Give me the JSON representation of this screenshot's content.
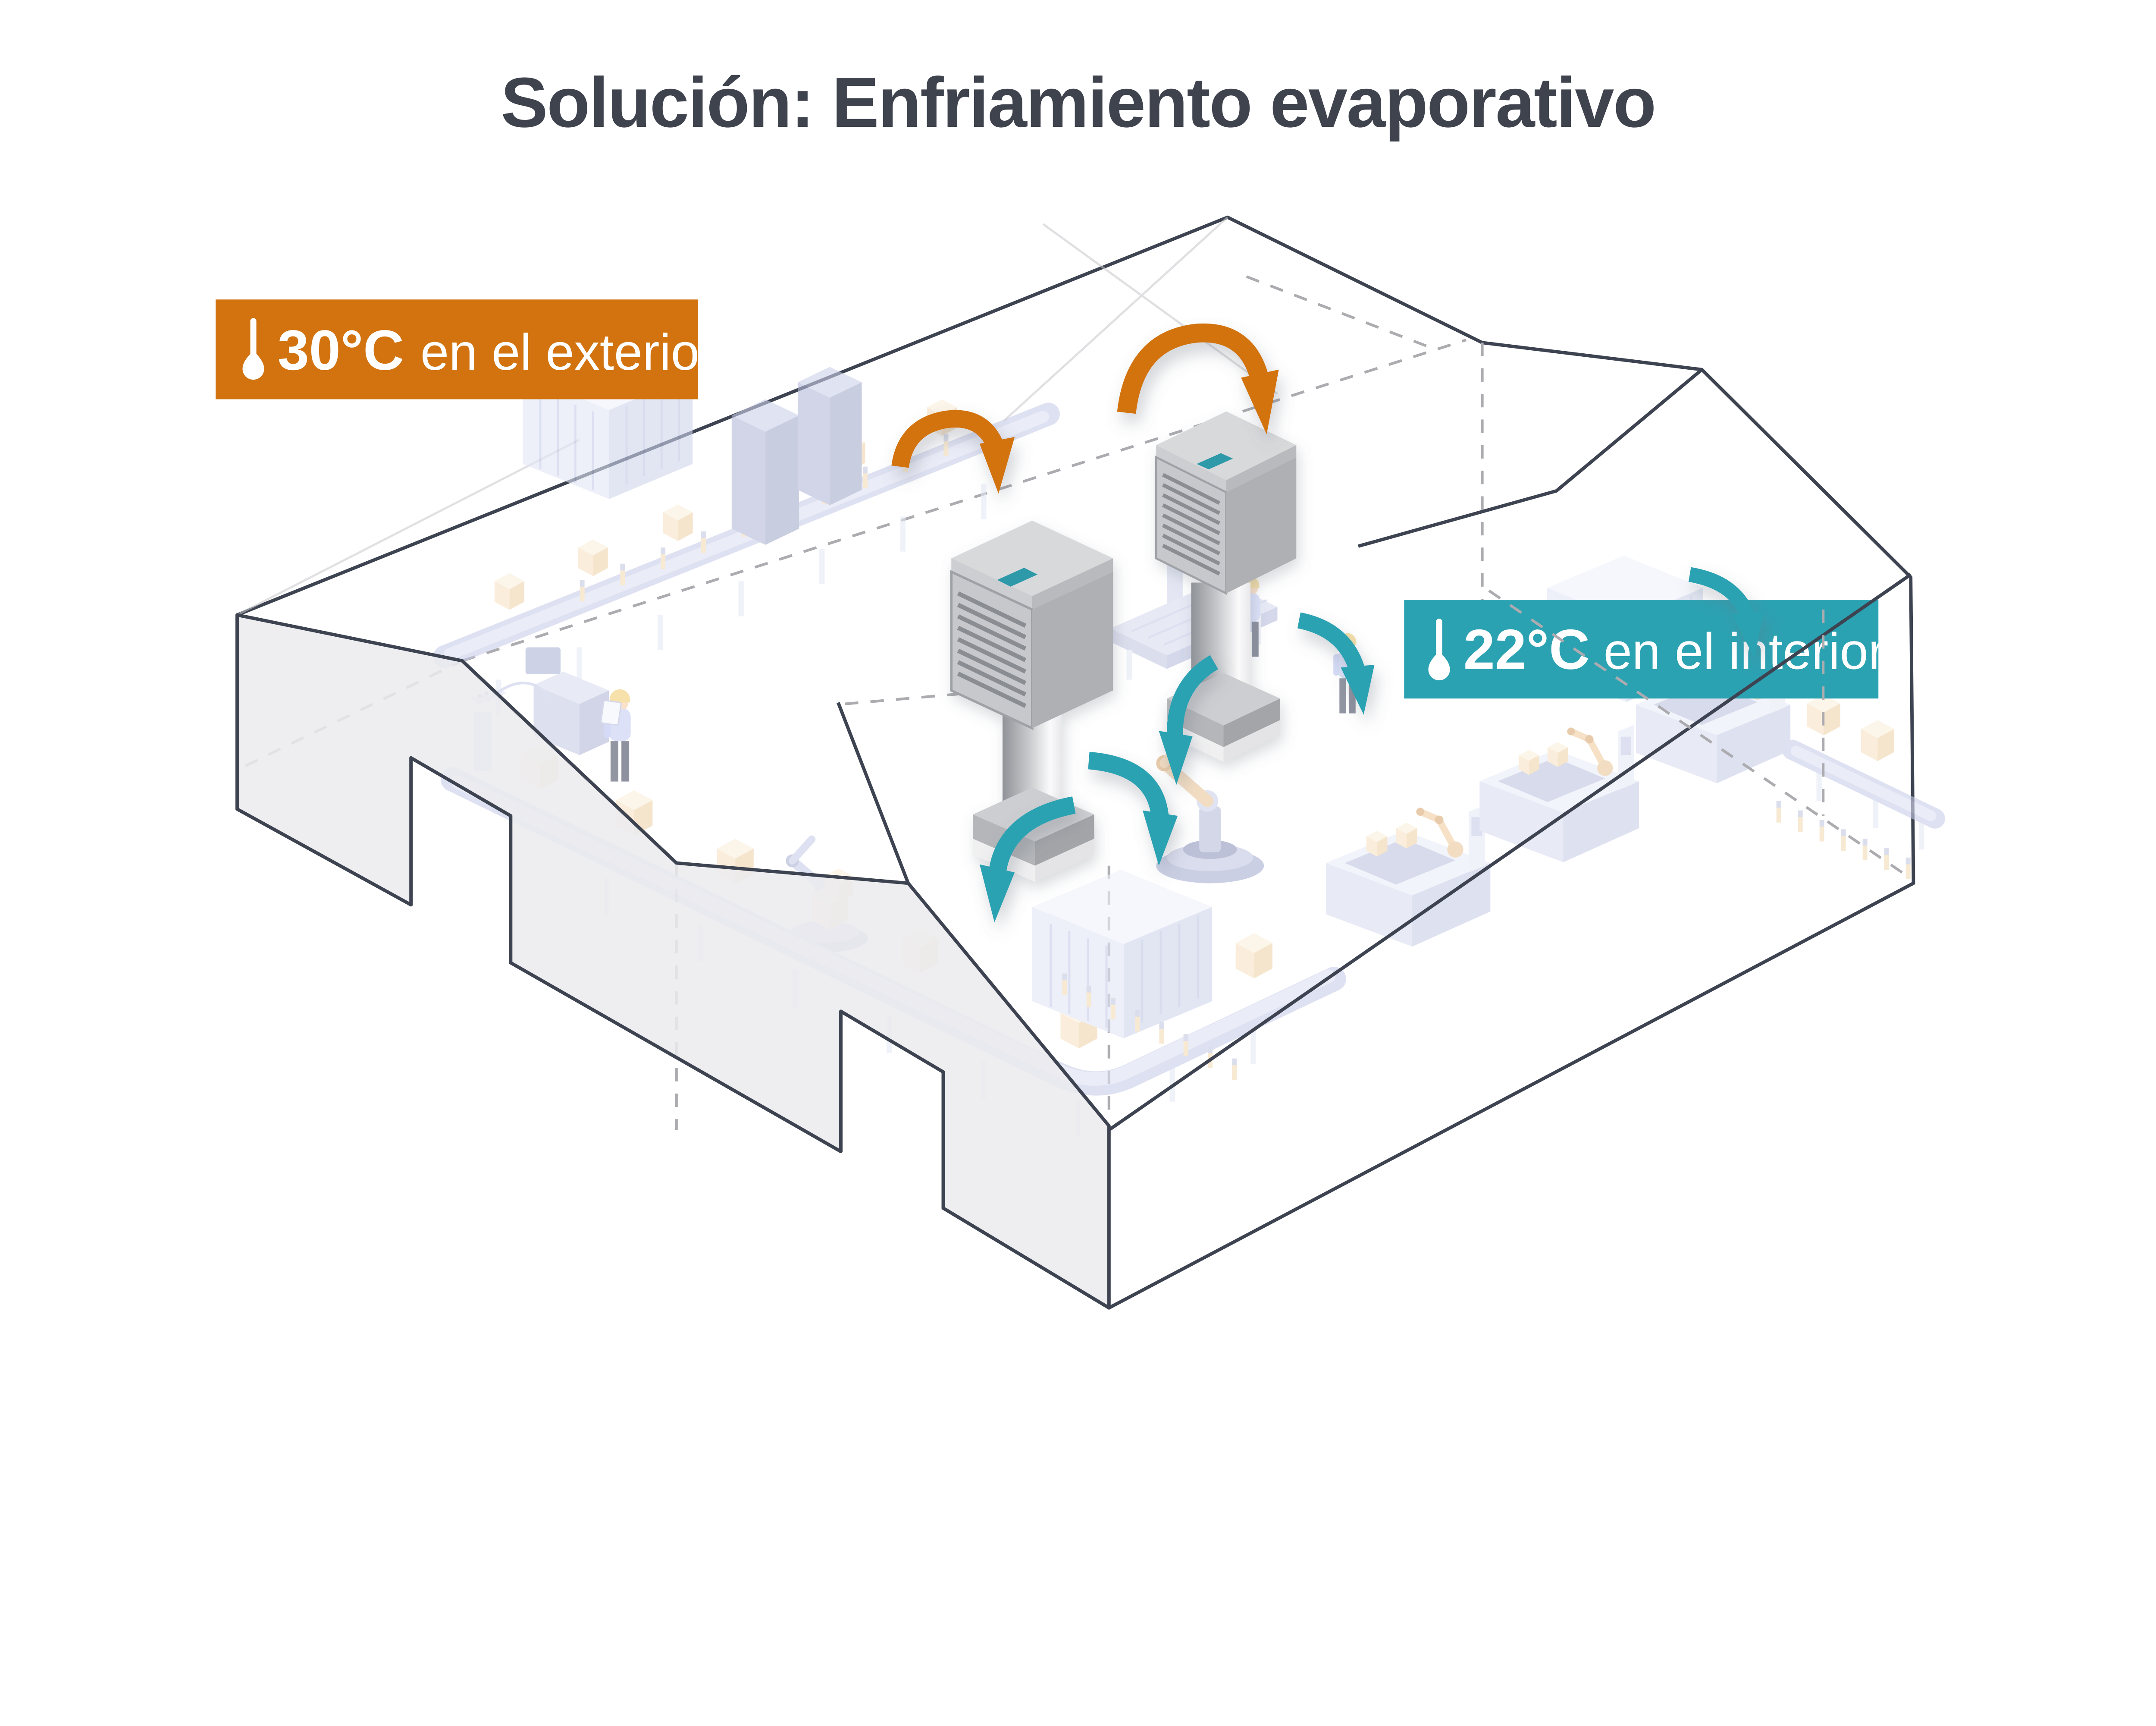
{
  "title": "Solución: Enfriamiento evaporativo",
  "badges": {
    "exterior": {
      "temperature": "30°C",
      "label": "en el exterior",
      "color": "#D2730F",
      "icon": "thermometer-down-icon"
    },
    "interior": {
      "temperature": "22°C",
      "label": "en el interior",
      "color": "#2BA2B2",
      "icon": "thermometer-down-icon"
    }
  },
  "colors": {
    "title_text": "#3F434E",
    "building_outline": "#3D4350",
    "hidden_edge_dash": "#ABABB0",
    "cut_wall_fill": "#EBEBEE",
    "teal_accent": "#2BA2B2",
    "orange_accent": "#D2730F",
    "cooler_body_gray": "#C7C8CB",
    "equipment_lavender": "#D9DDF0",
    "box_peach": "#F7E2C3"
  },
  "icons": {
    "exterior_badge": "thermometer-down-icon",
    "interior_badge": "thermometer-down-icon"
  },
  "illustration": {
    "subject": "isometric cutaway of a factory hall cooled by two evaporative cooling towers",
    "warm_air_arrows": 2,
    "cool_air_arrows": 5,
    "cooling_towers": 2
  }
}
